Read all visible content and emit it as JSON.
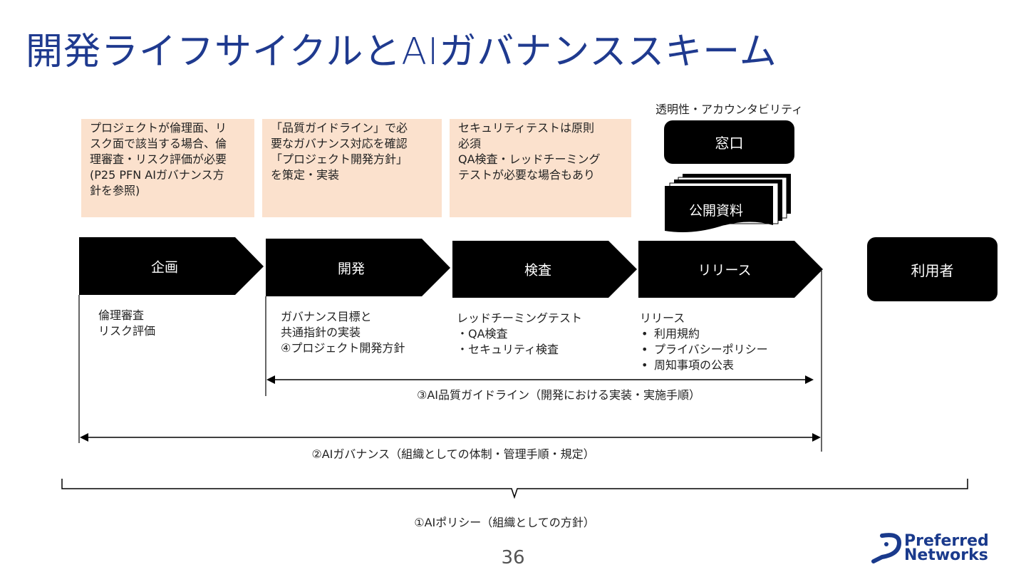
{
  "title": "開発ライフサイクルとAIガバナンススキーム",
  "notes": [
    "プロジェクトが倫理面、リ\nスク面で該当する場合、倫\n理審査・リスク評価が必要\n(P25 PFN AIガバナンス方\n針を参照)",
    "「品質ガイドライン」で必\n要なガバナンス対応を確認\n「プロジェクト開発方針」\nを策定・実装",
    "セキュリティテストは原則\n必須\nQA検査・レッドチーミング\nテストが必要な場合もあり"
  ],
  "transparency_label": "透明性・アカウンタビリティ",
  "contact_label": "窓口",
  "public_docs_label": "公開資料",
  "stages": [
    "企画",
    "開発",
    "検査",
    "リリース"
  ],
  "user_label": "利用者",
  "descriptions": {
    "planning": [
      "倫理審査",
      "リスク評価"
    ],
    "development": [
      "ガバナンス目標と",
      "共通指針の実装",
      "④プロジェクト開発方針"
    ],
    "inspection": [
      "レッドチーミングテスト",
      "・QA検査",
      "・セキュリティ検査"
    ],
    "release_heading": "リリース",
    "release_bullets": [
      "利用規約",
      "プライバシーポリシー",
      "周知事項の公表"
    ]
  },
  "spans": {
    "quality_guideline": "③AI品質ガイドライン（開発における実装・実施手順）",
    "governance": "②AIガバナンス（組織としての体制・管理手順・規定）",
    "policy": "①AIポリシー（組織としての方針）"
  },
  "page_number": "36",
  "logo": {
    "line1": "Preferred",
    "line2": "Networks"
  },
  "colors": {
    "title": "#1f3a8f",
    "note_bg": "#fbe1cd",
    "logo": "#1a3a8c"
  }
}
